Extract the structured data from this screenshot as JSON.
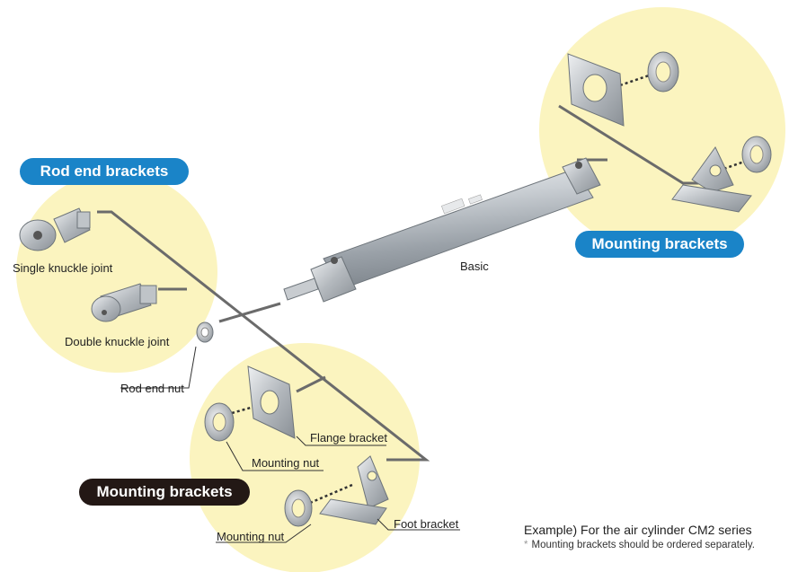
{
  "groups": {
    "rod_end": {
      "title": "Rod end brackets"
    },
    "mounting_right": {
      "title": "Mounting brackets"
    },
    "mounting_bottom": {
      "title": "Mounting brackets"
    }
  },
  "parts": {
    "single_knuckle": "Single knuckle joint",
    "double_knuckle": "Double knuckle joint",
    "rod_end_nut": "Rod end nut",
    "basic": "Basic",
    "flange_bracket": "Flange bracket",
    "mounting_nut_top": "Mounting nut",
    "mounting_nut_bottom": "Mounting nut",
    "foot_bracket": "Foot bracket"
  },
  "footer": {
    "example": "Example) For the air cylinder CM2 series",
    "asterisk": "*",
    "note": "Mounting brackets should be ordered separately."
  },
  "colors": {
    "circle_fill": "#fbf4bf",
    "pill_blue": "#1a84c8",
    "pill_dark": "#231815",
    "connector_line": "#6b6b6b",
    "metal": "#b9bec3"
  }
}
